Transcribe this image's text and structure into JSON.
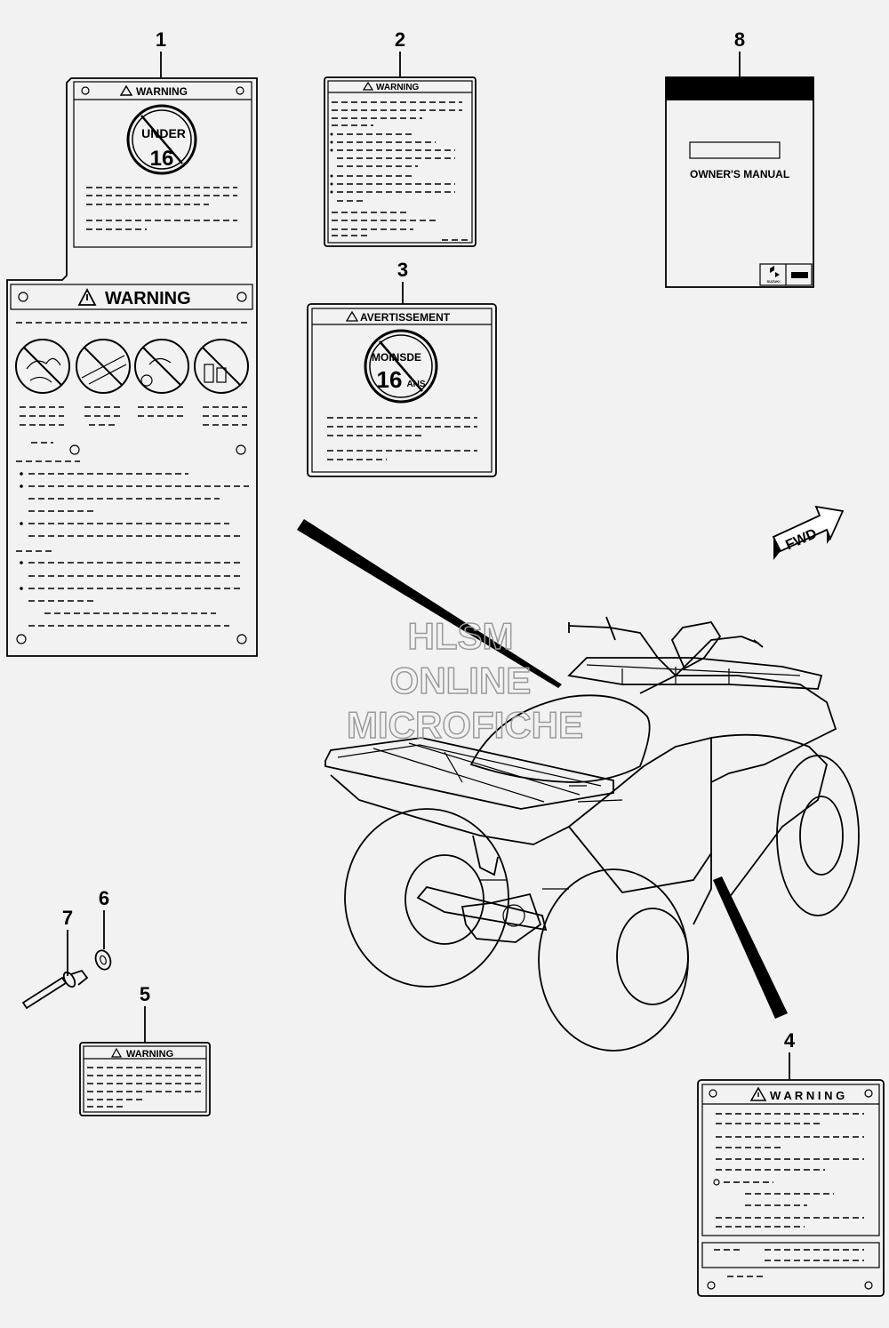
{
  "callouts": [
    "1",
    "2",
    "3",
    "4",
    "5",
    "6",
    "7",
    "8"
  ],
  "labels": {
    "warning": "WARNING",
    "warning_spaced": "W A R N I N G",
    "avertissement": "AVERTISSEMENT",
    "under": "UNDER",
    "sixteen": "16",
    "moins_de": "MOINSDE",
    "ans": "ANS",
    "owners_manual": "OWNER'S MANUAL",
    "brand": "SUZUKI",
    "fwd": "FWD"
  },
  "watermark": [
    "HLSM",
    "ONLINE",
    "MICROFICHE"
  ],
  "icons": [
    "warning-triangle-icon",
    "no-under-16-icon",
    "no-passenger-icon",
    "no-pavement-icon",
    "no-overturn-icon",
    "no-alcohol-icon",
    "suzuki-logo-icon",
    "fwd-arrow-icon"
  ]
}
